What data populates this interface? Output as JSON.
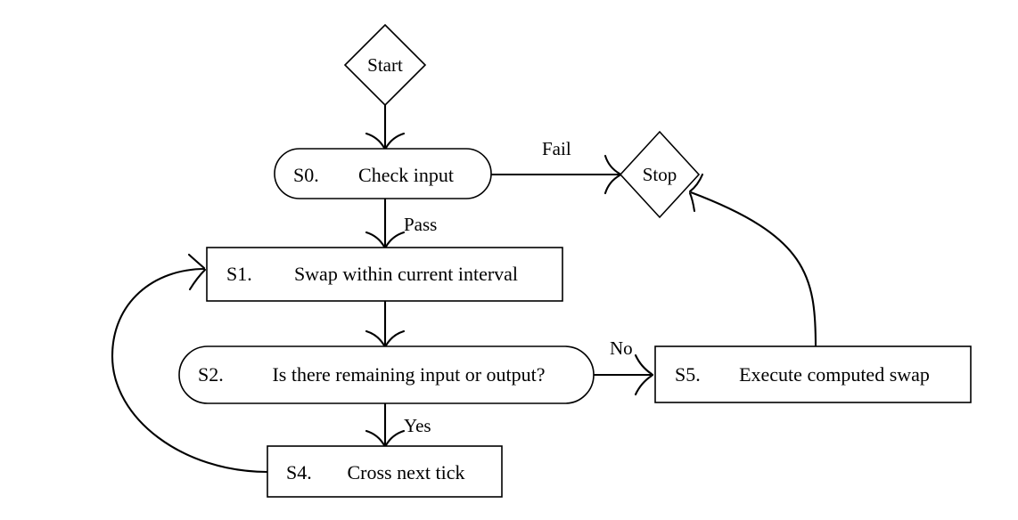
{
  "diagram": {
    "type": "flowchart",
    "background_color": "#ffffff",
    "line_color": "#000000",
    "text_color": "#000000",
    "nodes": [
      {
        "id": "start",
        "shape": "diamond",
        "label": "Start",
        "step_id": "",
        "text": "Start"
      },
      {
        "id": "s0",
        "shape": "stadium",
        "step_id": "S0.",
        "text": "Check input"
      },
      {
        "id": "stop",
        "shape": "diamond",
        "label": "Stop",
        "step_id": "",
        "text": "Stop"
      },
      {
        "id": "s1",
        "shape": "rectangle",
        "step_id": "S1.",
        "text": "Swap within current interval"
      },
      {
        "id": "s2",
        "shape": "stadium",
        "step_id": "S2.",
        "text": "Is there remaining input or output?"
      },
      {
        "id": "s5",
        "shape": "rectangle",
        "step_id": "S5.",
        "text": "Execute computed swap"
      },
      {
        "id": "s4",
        "shape": "rectangle",
        "step_id": "S4.",
        "text": "Cross next tick"
      }
    ],
    "edges": [
      {
        "id": "start-to-s0",
        "from": "start",
        "to": "s0",
        "label": ""
      },
      {
        "id": "s0-to-stop",
        "from": "s0",
        "to": "stop",
        "label": "Fail"
      },
      {
        "id": "s0-to-s1",
        "from": "s0",
        "to": "s1",
        "label": "Pass"
      },
      {
        "id": "s1-to-s2",
        "from": "s1",
        "to": "s2",
        "label": ""
      },
      {
        "id": "s2-to-s5",
        "from": "s2",
        "to": "s5",
        "label": "No"
      },
      {
        "id": "s2-to-s4",
        "from": "s2",
        "to": "s4",
        "label": "Yes"
      },
      {
        "id": "s4-to-s1",
        "from": "s4",
        "to": "s1",
        "label": ""
      },
      {
        "id": "s5-to-stop",
        "from": "s5",
        "to": "stop",
        "label": ""
      }
    ]
  }
}
